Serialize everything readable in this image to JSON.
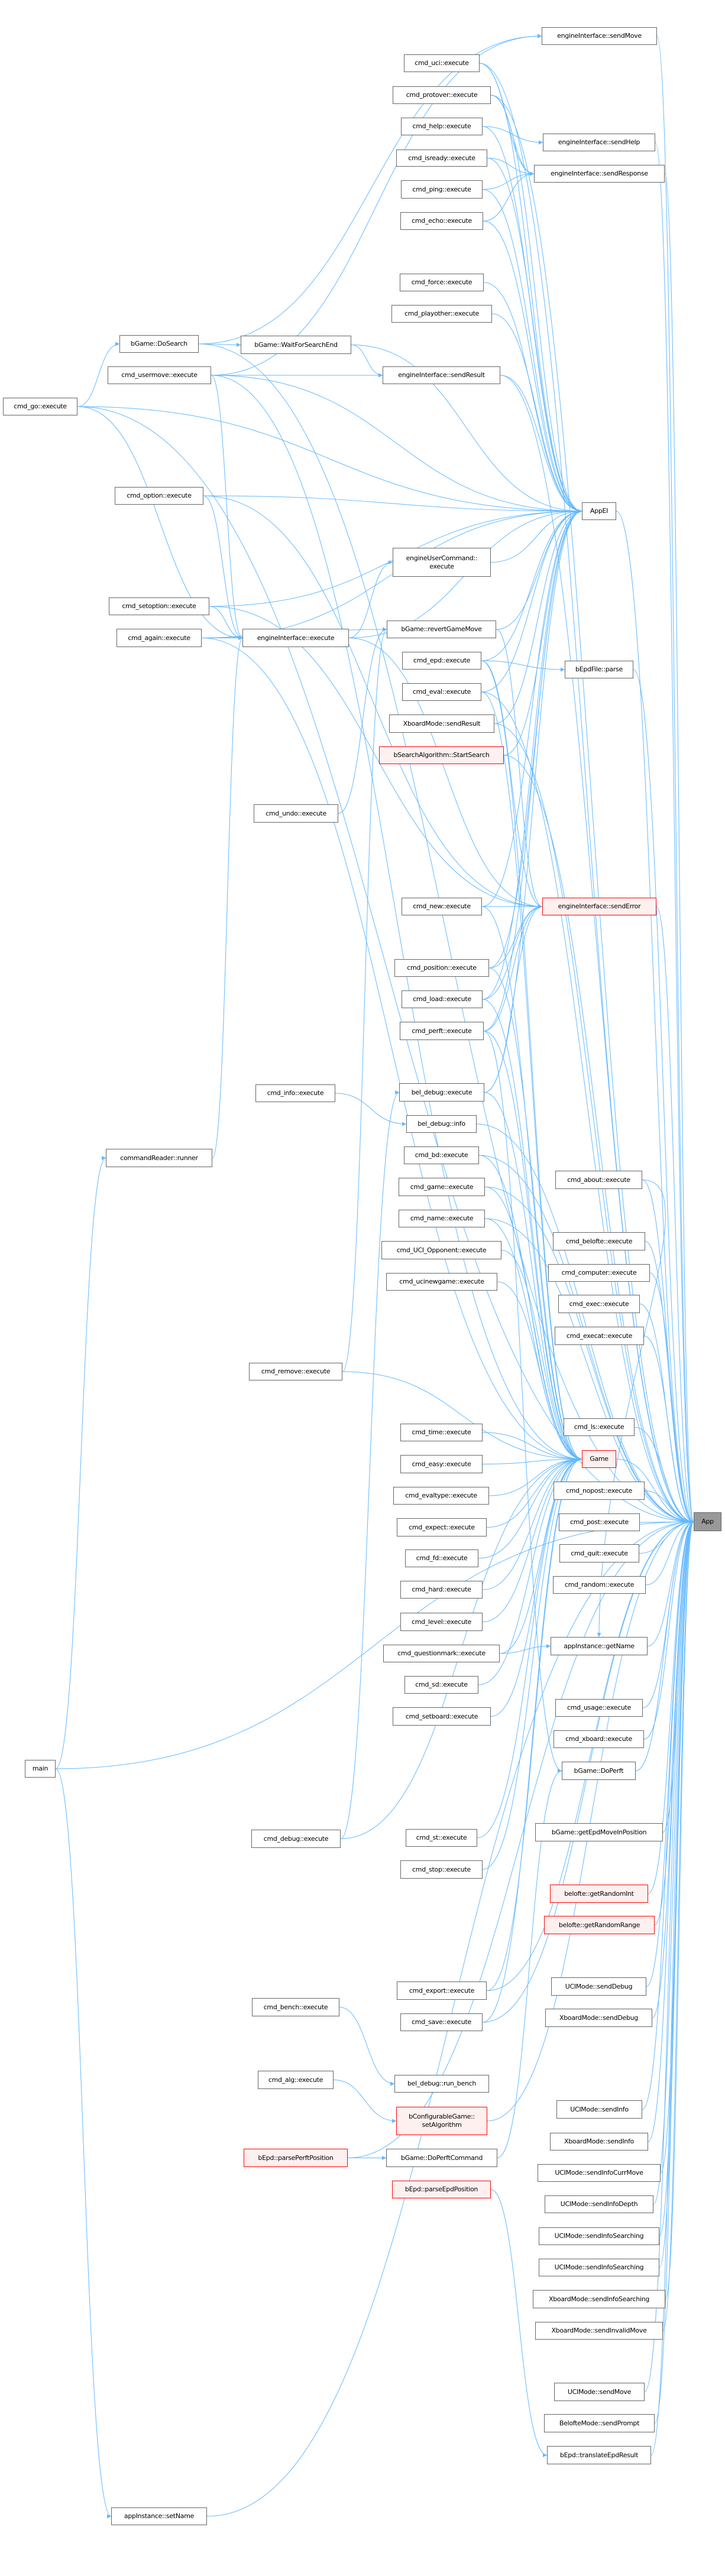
{
  "colors": {
    "edge": "#63b8ff",
    "node_border": "#666666",
    "highlight_border": "#ff0000",
    "highlight_fill": "#fff0f0",
    "root_fill": "#999999"
  },
  "nodes": [
    {
      "id": "sendMove",
      "label": "engineInterface::sendMove",
      "style": "normal"
    },
    {
      "id": "uci",
      "label": "cmd_uci::execute",
      "style": "normal"
    },
    {
      "id": "protover",
      "label": "cmd_protover::execute",
      "style": "normal"
    },
    {
      "id": "help",
      "label": "cmd_help::execute",
      "style": "normal"
    },
    {
      "id": "sendHelp",
      "label": "engineInterface::sendHelp",
      "style": "normal"
    },
    {
      "id": "isready",
      "label": "cmd_isready::execute",
      "style": "normal"
    },
    {
      "id": "sendResponse",
      "label": "engineInterface::sendResponse",
      "style": "normal"
    },
    {
      "id": "ping",
      "label": "cmd_ping::execute",
      "style": "normal"
    },
    {
      "id": "echo",
      "label": "cmd_echo::execute",
      "style": "normal"
    },
    {
      "id": "force",
      "label": "cmd_force::execute",
      "style": "normal"
    },
    {
      "id": "playother",
      "label": "cmd_playother::execute",
      "style": "normal"
    },
    {
      "id": "doSearch",
      "label": "bGame::DoSearch",
      "style": "normal"
    },
    {
      "id": "waitSearch",
      "label": "bGame::WaitForSearchEnd",
      "style": "normal"
    },
    {
      "id": "usermove",
      "label": "cmd_usermove::execute",
      "style": "normal"
    },
    {
      "id": "sendResult",
      "label": "engineInterface::sendResult",
      "style": "normal"
    },
    {
      "id": "go",
      "label": "cmd_go::execute",
      "style": "normal"
    },
    {
      "id": "option",
      "label": "cmd_option::execute",
      "style": "normal"
    },
    {
      "id": "appEI",
      "label": "AppEI",
      "style": "normal"
    },
    {
      "id": "euc",
      "label": "engineUserCommand::\nexecute",
      "style": "normal"
    },
    {
      "id": "setoption",
      "label": "cmd_setoption::execute",
      "style": "normal"
    },
    {
      "id": "again",
      "label": "cmd_again::execute",
      "style": "normal"
    },
    {
      "id": "eiExecute",
      "label": "engineInterface::execute",
      "style": "normal"
    },
    {
      "id": "revert",
      "label": "bGame::revertGameMove",
      "style": "normal"
    },
    {
      "id": "epd",
      "label": "cmd_epd::execute",
      "style": "normal"
    },
    {
      "id": "epdParse",
      "label": "bEpdFile::parse",
      "style": "normal"
    },
    {
      "id": "eval",
      "label": "cmd_eval::execute",
      "style": "normal"
    },
    {
      "id": "xbSendResult",
      "label": "XboardMode::sendResult",
      "style": "normal"
    },
    {
      "id": "startSearch",
      "label": "bSearchAlgorithm::StartSearch",
      "style": "red"
    },
    {
      "id": "undo",
      "label": "cmd_undo::execute",
      "style": "normal"
    },
    {
      "id": "new",
      "label": "cmd_new::execute",
      "style": "normal"
    },
    {
      "id": "sendError",
      "label": "engineInterface::sendError",
      "style": "red"
    },
    {
      "id": "position",
      "label": "cmd_position::execute",
      "style": "normal"
    },
    {
      "id": "load",
      "label": "cmd_load::execute",
      "style": "normal"
    },
    {
      "id": "perft",
      "label": "cmd_perft::execute",
      "style": "normal"
    },
    {
      "id": "info",
      "label": "cmd_info::execute",
      "style": "normal"
    },
    {
      "id": "dbgExecute",
      "label": "bel_debug::execute",
      "style": "normal"
    },
    {
      "id": "dbgInfo",
      "label": "bel_debug::info",
      "style": "normal"
    },
    {
      "id": "runner",
      "label": "commandReader::runner",
      "style": "normal"
    },
    {
      "id": "bd",
      "label": "cmd_bd::execute",
      "style": "normal"
    },
    {
      "id": "about",
      "label": "cmd_about::execute",
      "style": "normal"
    },
    {
      "id": "game",
      "label": "cmd_game::execute",
      "style": "normal"
    },
    {
      "id": "name",
      "label": "cmd_name::execute",
      "style": "normal"
    },
    {
      "id": "belofte",
      "label": "cmd_belofte::execute",
      "style": "normal"
    },
    {
      "id": "uciOpp",
      "label": "cmd_UCI_Opponent::execute",
      "style": "normal"
    },
    {
      "id": "computer",
      "label": "cmd_computer::execute",
      "style": "normal"
    },
    {
      "id": "ucinewgame",
      "label": "cmd_ucinewgame::execute",
      "style": "normal"
    },
    {
      "id": "exec",
      "label": "cmd_exec::execute",
      "style": "normal"
    },
    {
      "id": "execat",
      "label": "cmd_execat::execute",
      "style": "normal"
    },
    {
      "id": "remove",
      "label": "cmd_remove::execute",
      "style": "normal"
    },
    {
      "id": "ls",
      "label": "cmd_ls::execute",
      "style": "normal"
    },
    {
      "id": "time",
      "label": "cmd_time::execute",
      "style": "normal"
    },
    {
      "id": "Game",
      "label": "Game",
      "style": "red"
    },
    {
      "id": "easy",
      "label": "cmd_easy::execute",
      "style": "normal"
    },
    {
      "id": "nopost",
      "label": "cmd_nopost::execute",
      "style": "normal"
    },
    {
      "id": "evaltype",
      "label": "cmd_evaltype::execute",
      "style": "normal"
    },
    {
      "id": "App",
      "label": "App",
      "style": "gray"
    },
    {
      "id": "post",
      "label": "cmd_post::execute",
      "style": "normal"
    },
    {
      "id": "expect",
      "label": "cmd_expect::execute",
      "style": "normal"
    },
    {
      "id": "quit",
      "label": "cmd_quit::execute",
      "style": "normal"
    },
    {
      "id": "fd",
      "label": "cmd_fd::execute",
      "style": "normal"
    },
    {
      "id": "random",
      "label": "cmd_random::execute",
      "style": "normal"
    },
    {
      "id": "hard",
      "label": "cmd_hard::execute",
      "style": "normal"
    },
    {
      "id": "level",
      "label": "cmd_level::execute",
      "style": "normal"
    },
    {
      "id": "getName",
      "label": "appInstance::getName",
      "style": "normal"
    },
    {
      "id": "qmark",
      "label": "cmd_questionmark::execute",
      "style": "normal"
    },
    {
      "id": "sd",
      "label": "cmd_sd::execute",
      "style": "normal"
    },
    {
      "id": "usage",
      "label": "cmd_usage::execute",
      "style": "normal"
    },
    {
      "id": "setboard",
      "label": "cmd_setboard::execute",
      "style": "normal"
    },
    {
      "id": "xboard",
      "label": "cmd_xboard::execute",
      "style": "normal"
    },
    {
      "id": "main",
      "label": "main",
      "style": "normal"
    },
    {
      "id": "doPerft",
      "label": "bGame::DoPerft",
      "style": "normal"
    },
    {
      "id": "getEpdMove",
      "label": "bGame::getEpdMoveInPosition",
      "style": "normal"
    },
    {
      "id": "debug",
      "label": "cmd_debug::execute",
      "style": "normal"
    },
    {
      "id": "st",
      "label": "cmd_st::execute",
      "style": "normal"
    },
    {
      "id": "stop",
      "label": "cmd_stop::execute",
      "style": "normal"
    },
    {
      "id": "randInt",
      "label": "belofte::getRandomInt",
      "style": "red"
    },
    {
      "id": "randRange",
      "label": "belofte::getRandomRange",
      "style": "red"
    },
    {
      "id": "uciDebug",
      "label": "UCIMode::sendDebug",
      "style": "normal"
    },
    {
      "id": "export",
      "label": "cmd_export::execute",
      "style": "normal"
    },
    {
      "id": "bench",
      "label": "cmd_bench::execute",
      "style": "normal"
    },
    {
      "id": "xbDebug",
      "label": "XboardMode::sendDebug",
      "style": "normal"
    },
    {
      "id": "save",
      "label": "cmd_save::execute",
      "style": "normal"
    },
    {
      "id": "alg",
      "label": "cmd_alg::execute",
      "style": "normal"
    },
    {
      "id": "runBench",
      "label": "bel_debug::run_bench",
      "style": "normal"
    },
    {
      "id": "uciInfo",
      "label": "UCIMode::sendInfo",
      "style": "normal"
    },
    {
      "id": "setAlg",
      "label": "bConfigurableGame::\nsetAlgorithm",
      "style": "red"
    },
    {
      "id": "xbInfo",
      "label": "XboardMode::sendInfo",
      "style": "normal"
    },
    {
      "id": "parsePerft",
      "label": "bEpd::parsePerftPosition",
      "style": "red"
    },
    {
      "id": "doPerftCmd",
      "label": "bGame::DoPerftCommand",
      "style": "normal"
    },
    {
      "id": "infoCurr",
      "label": "UCIMode::sendInfoCurrMove",
      "style": "normal"
    },
    {
      "id": "parseEpd",
      "label": "bEpd::parseEpdPosition",
      "style": "red"
    },
    {
      "id": "infoDepth",
      "label": "UCIMode::sendInfoDepth",
      "style": "normal"
    },
    {
      "id": "infoSearch1",
      "label": "UCIMode::sendInfoSearching",
      "style": "normal"
    },
    {
      "id": "infoSearch2",
      "label": "UCIMode::sendInfoSearching",
      "style": "normal"
    },
    {
      "id": "xbInfoSearch",
      "label": "XboardMode::sendInfoSearching",
      "style": "normal"
    },
    {
      "id": "xbInvalid",
      "label": "XboardMode::sendInvalidMove",
      "style": "normal"
    },
    {
      "id": "uciSendMove",
      "label": "UCIMode::sendMove",
      "style": "normal"
    },
    {
      "id": "prompt",
      "label": "BelofteMode::sendPrompt",
      "style": "normal"
    },
    {
      "id": "translate",
      "label": "bEpd::translateEpdResult",
      "style": "normal"
    },
    {
      "id": "setName",
      "label": "appInstance::setName",
      "style": "normal"
    }
  ],
  "edges": [
    [
      "sendMove",
      "App"
    ],
    [
      "sendHelp",
      "App"
    ],
    [
      "sendResponse",
      "App"
    ],
    [
      "appEI",
      "App"
    ],
    [
      "epdParse",
      "App"
    ],
    [
      "sendError",
      "App"
    ],
    [
      "about",
      "App"
    ],
    [
      "belofte",
      "App"
    ],
    [
      "computer",
      "App"
    ],
    [
      "exec",
      "App"
    ],
    [
      "execat",
      "App"
    ],
    [
      "ls",
      "App"
    ],
    [
      "Game",
      "App"
    ],
    [
      "nopost",
      "App"
    ],
    [
      "post",
      "App"
    ],
    [
      "quit",
      "App"
    ],
    [
      "random",
      "App"
    ],
    [
      "getName",
      "App"
    ],
    [
      "usage",
      "App"
    ],
    [
      "xboard",
      "App"
    ],
    [
      "doPerft",
      "App"
    ],
    [
      "getEpdMove",
      "App"
    ],
    [
      "randInt",
      "App"
    ],
    [
      "randRange",
      "App"
    ],
    [
      "uciDebug",
      "App"
    ],
    [
      "xbDebug",
      "App"
    ],
    [
      "uciInfo",
      "App"
    ],
    [
      "xbInfo",
      "App"
    ],
    [
      "infoCurr",
      "App"
    ],
    [
      "infoDepth",
      "App"
    ],
    [
      "infoSearch1",
      "App"
    ],
    [
      "infoSearch2",
      "App"
    ],
    [
      "xbInfoSearch",
      "App"
    ],
    [
      "xbInvalid",
      "App"
    ],
    [
      "uciSendMove",
      "App"
    ],
    [
      "prompt",
      "App"
    ],
    [
      "translate",
      "App"
    ],
    [
      "setName",
      "App"
    ],
    [
      "main",
      "App"
    ],
    [
      "uci",
      "App"
    ],
    [
      "protover",
      "App"
    ],
    [
      "go",
      "App"
    ],
    [
      "doSearch",
      "App"
    ],
    [
      "sendResult",
      "App"
    ],
    [
      "eval",
      "App"
    ],
    [
      "xbSendResult",
      "App"
    ],
    [
      "startSearch",
      "App"
    ],
    [
      "dbgInfo",
      "App"
    ],
    [
      "bd",
      "App"
    ],
    [
      "game",
      "App"
    ],
    [
      "name",
      "App"
    ],
    [
      "save",
      "App"
    ],
    [
      "setAlg",
      "App"
    ],
    [
      "parsePerft",
      "App"
    ],
    [
      "export",
      "App"
    ],
    [
      "uci",
      "appEI"
    ],
    [
      "protover",
      "appEI"
    ],
    [
      "help",
      "appEI"
    ],
    [
      "isready",
      "appEI"
    ],
    [
      "ping",
      "appEI"
    ],
    [
      "echo",
      "appEI"
    ],
    [
      "force",
      "appEI"
    ],
    [
      "playother",
      "appEI"
    ],
    [
      "waitSearch",
      "appEI"
    ],
    [
      "sendResult",
      "appEI"
    ],
    [
      "go",
      "appEI"
    ],
    [
      "option",
      "appEI"
    ],
    [
      "usermove",
      "appEI"
    ],
    [
      "euc",
      "appEI"
    ],
    [
      "setoption",
      "appEI"
    ],
    [
      "again",
      "appEI"
    ],
    [
      "eiExecute",
      "appEI"
    ],
    [
      "revert",
      "appEI"
    ],
    [
      "epd",
      "appEI"
    ],
    [
      "eval",
      "appEI"
    ],
    [
      "xbSendResult",
      "appEI"
    ],
    [
      "startSearch",
      "appEI"
    ],
    [
      "new",
      "appEI"
    ],
    [
      "position",
      "appEI"
    ],
    [
      "load",
      "appEI"
    ],
    [
      "perft",
      "appEI"
    ],
    [
      "dbgExecute",
      "appEI"
    ],
    [
      "uci",
      "sendResponse"
    ],
    [
      "protover",
      "sendResponse"
    ],
    [
      "isready",
      "sendResponse"
    ],
    [
      "ping",
      "sendResponse"
    ],
    [
      "echo",
      "sendResponse"
    ],
    [
      "help",
      "sendHelp"
    ],
    [
      "doSearch",
      "sendMove"
    ],
    [
      "usermove",
      "sendMove"
    ],
    [
      "waitSearch",
      "sendResult"
    ],
    [
      "usermove",
      "sendResult"
    ],
    [
      "go",
      "doSearch"
    ],
    [
      "doSearch",
      "waitSearch"
    ],
    [
      "setoption",
      "eiExecute"
    ],
    [
      "again",
      "eiExecute"
    ],
    [
      "option",
      "eiExecute"
    ],
    [
      "usermove",
      "eiExecute"
    ],
    [
      "runner",
      "eiExecute"
    ],
    [
      "go",
      "eiExecute"
    ],
    [
      "eiExecute",
      "euc"
    ],
    [
      "again",
      "revert"
    ],
    [
      "undo",
      "revert"
    ],
    [
      "remove",
      "revert"
    ],
    [
      "epd",
      "epdParse"
    ],
    [
      "eiExecute",
      "sendError"
    ],
    [
      "new",
      "sendError"
    ],
    [
      "position",
      "sendError"
    ],
    [
      "load",
      "sendError"
    ],
    [
      "perft",
      "sendError"
    ],
    [
      "option",
      "sendError"
    ],
    [
      "setoption",
      "sendError"
    ],
    [
      "dbgExecute",
      "sendError"
    ],
    [
      "epd",
      "sendError"
    ],
    [
      "revert",
      "sendError"
    ],
    [
      "debug",
      "dbgExecute"
    ],
    [
      "info",
      "dbgInfo"
    ],
    [
      "main",
      "runner"
    ],
    [
      "time",
      "Game"
    ],
    [
      "easy",
      "Game"
    ],
    [
      "evaltype",
      "Game"
    ],
    [
      "expect",
      "Game"
    ],
    [
      "fd",
      "Game"
    ],
    [
      "hard",
      "Game"
    ],
    [
      "level",
      "Game"
    ],
    [
      "qmark",
      "Game"
    ],
    [
      "sd",
      "Game"
    ],
    [
      "setboard",
      "Game"
    ],
    [
      "st",
      "Game"
    ],
    [
      "stop",
      "Game"
    ],
    [
      "export",
      "Game"
    ],
    [
      "save",
      "Game"
    ],
    [
      "bd",
      "Game"
    ],
    [
      "game",
      "Game"
    ],
    [
      "name",
      "Game"
    ],
    [
      "uciOpp",
      "Game"
    ],
    [
      "ucinewgame",
      "Game"
    ],
    [
      "perft",
      "Game"
    ],
    [
      "load",
      "Game"
    ],
    [
      "position",
      "Game"
    ],
    [
      "new",
      "Game"
    ],
    [
      "eval",
      "Game"
    ],
    [
      "epd",
      "Game"
    ],
    [
      "remove",
      "Game"
    ],
    [
      "debug",
      "Game"
    ],
    [
      "dbgExecute",
      "Game"
    ],
    [
      "again",
      "Game"
    ],
    [
      "usermove",
      "Game"
    ],
    [
      "qmark",
      "getName"
    ],
    [
      "about",
      "getName"
    ],
    [
      "perft",
      "doPerft"
    ],
    [
      "doPerftCmd",
      "doPerft"
    ],
    [
      "bench",
      "runBench"
    ],
    [
      "alg",
      "setAlg"
    ],
    [
      "parsePerft",
      "doPerftCmd"
    ],
    [
      "parseEpd",
      "translate"
    ],
    [
      "main",
      "setName"
    ]
  ]
}
